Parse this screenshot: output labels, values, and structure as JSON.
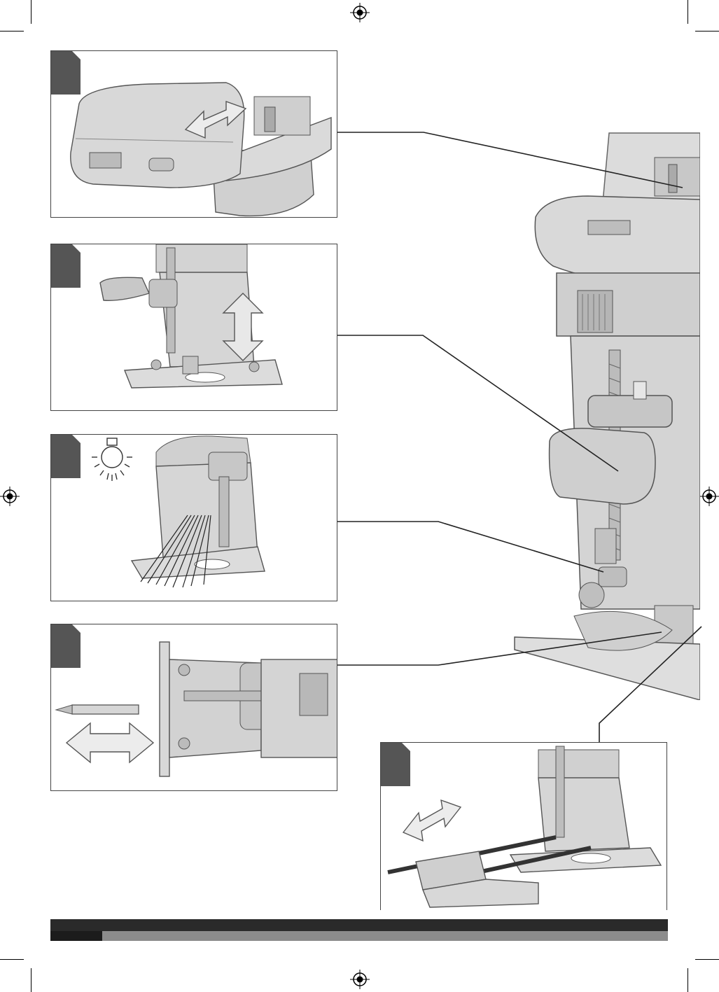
{
  "page": {
    "background": "#ffffff",
    "tab_color": "#555555",
    "line_color": "#222222",
    "part_fill": "#d6d6d6",
    "part_stroke": "#555555"
  },
  "figures": [
    {
      "id": "battery",
      "icon": "double-arrow-horizontal-icon"
    },
    {
      "id": "depth-adjust",
      "icon": "double-arrow-vertical-icon"
    },
    {
      "id": "led-light",
      "icon": "lamp-icon"
    },
    {
      "id": "collet-bit",
      "icon": "double-arrow-horizontal-icon"
    },
    {
      "id": "parallel-guide",
      "icon": "double-arrow-horizontal-icon"
    }
  ],
  "marks": {
    "registration": "registration-mark-icon",
    "crop": "crop-mark-icon"
  }
}
